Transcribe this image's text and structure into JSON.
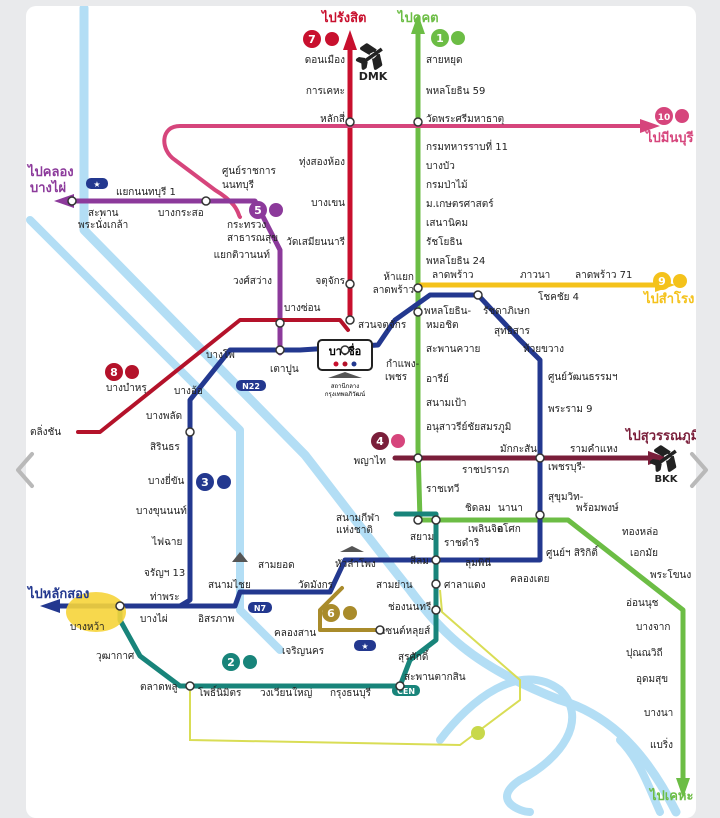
{
  "colors": {
    "light_red": "#c8102e",
    "dark_red": "#b4122a",
    "green": "#6cbd45",
    "pink": "#d6457c",
    "purple": "#8c3a9b",
    "yellow": "#f4c21b",
    "maroon": "#7a1e3a",
    "blue": "#23388f",
    "gold": "#a98b2b",
    "teal": "#18847a",
    "river": "#b3def5",
    "gold_line_light": "#d9dd55"
  },
  "icons": [
    "airplane-icon",
    "train-icon",
    "star-icon",
    "station-marker-icon",
    "chevron-left-icon",
    "chevron-right-icon"
  ],
  "terminals": {
    "rangsit": "ไปรังสิต",
    "khukhot": "ไปคูคต",
    "minburi": "ไปมีนบุรี",
    "khlongbangphai": [
      "ไปคลอง",
      "บางไผ่"
    ],
    "samrong": "ไปสำโรง",
    "suvarnabhumi": "ไปสุวรรณภูมิ",
    "laksong": "ไปหลักสอง",
    "kheha": "ไปเคหะ"
  },
  "airports": {
    "dmk": "DMK",
    "bkk": "BKK"
  },
  "line_badges": {
    "red": "7",
    "green": "1",
    "pink": "10",
    "purple": "5",
    "yellow": "9",
    "dark_red": "8",
    "maroon": "4",
    "blue": "3",
    "gold": "6",
    "teal": "2"
  },
  "code_badges": {
    "n22": "N22",
    "n7": "N7",
    "cen": "CEN"
  },
  "hub": {
    "name": "บางซื่อ",
    "caption": [
      "สถานีกลาง",
      "กรุงเทพอภิวัฒน์"
    ]
  },
  "stations": {
    "red": [
      "ดอนเมือง",
      "การเคหะ",
      "หลักสี่",
      "ทุ่งสองห้อง",
      "บางเขน",
      "วัดเสมียนนารี",
      "จตุจักร"
    ],
    "green_n": [
      "สายหยุด",
      "พหลโยธิน 59",
      "วัดพระศรีมหาธาตุ",
      "กรมทหารราบที่ 11",
      "บางบัว",
      "กรมป่าไม้",
      "ม.เกษตรศาสตร์",
      "เสนานิคม",
      "รัชโยธิน",
      "พหลโยธิน 24"
    ],
    "green_s": [
      "สะพานควาย",
      "อารีย์",
      "สนามเป้า",
      "อนุสาวรีย์ชัยสมรภูมิ",
      "ราชเทวี"
    ],
    "ha_yaek": [
      "ห้าแยก",
      "ลาดพร้าว"
    ],
    "purple": [
      "แยกนนทบุรี 1",
      "บางกระสอ",
      "แยกติวานนท์",
      "วงศ์สว่าง",
      "บางซ่อน",
      "เตาปูน"
    ],
    "purple_two": {
      "saphan": [
        "สะพาน",
        "พระนั่งเกล้า"
      ],
      "soonrat": [
        "ศูนย์ราชการ",
        "นนทบุรี"
      ],
      "kratru": [
        "กระทรวง",
        "สาธารณสุข"
      ]
    },
    "yellow": [
      "ลาดพร้าว",
      "ภาวนา",
      "ลาดพร้าว 71",
      "โชคชัย 4"
    ],
    "blue_e": [
      "พหลโยธิน-",
      "รัชดาภิเษก",
      "สุทธิสาร",
      "ห้วยขวาง",
      "ศูนย์วัฒนธรรมฯ",
      "พระราม 9",
      "เพชรบุรี-",
      "สุขุมวิท-",
      "ศูนย์ฯ สิริกิติ์",
      "คลองเตย",
      "ลุมพินี",
      "สีลม",
      "สามย่าน",
      "หัวลำโพง",
      "วัดมังกร",
      "สามยอด",
      "สนามไชย",
      "อิสรภาพ",
      "ท่าพระ",
      "บางไผ่",
      "บางหว้า"
    ],
    "blue_w": [
      "บางโพ",
      "บางอ้อ",
      "บางพลัด",
      "สิรินธร",
      "บางยี่ขัน",
      "บางขุนนนท์",
      "ไฟฉาย",
      "จรัญฯ 13"
    ],
    "blue_misc": {
      "suan": "สวนจตุจักร",
      "kamphaeng": [
        "กำแพง-",
        "เพชร"
      ],
      "mochit": "หมอชิต"
    },
    "dark_red": [
      "บางบำหรุ",
      "ตลิ่งชัน"
    ],
    "maroon": [
      "พญาไท",
      "ราชปรารภ",
      "มักกะสัน",
      "รามคำแหง"
    ],
    "green_e": [
      "ชิดลม",
      "เพลินจิต",
      "นานา",
      "อโศก",
      "พร้อมพงษ์",
      "ทองหล่อ",
      "เอกมัย",
      "พระโขนง",
      "อ่อนนุช",
      "บางจาก",
      "ปุณณวิถี",
      "อุดมสุข",
      "บางนา",
      "แบริ่ง"
    ],
    "silom": [
      "สนามกีฬา",
      "แห่งชาติ",
      "สยาม",
      "ราชดำริ",
      "ศาลาแดง",
      "ช่องนนทรี",
      "เซนต์หลุยส์",
      "สุรศักดิ์",
      "สะพานตากสิน",
      "กรุงธนบุรี",
      "วงเวียนใหญ่",
      "โพธิ์นิมิตร",
      "ตลาดพลู",
      "วุฒากาศ"
    ],
    "gold": [
      "คลองสาน",
      "เจริญนคร"
    ]
  }
}
